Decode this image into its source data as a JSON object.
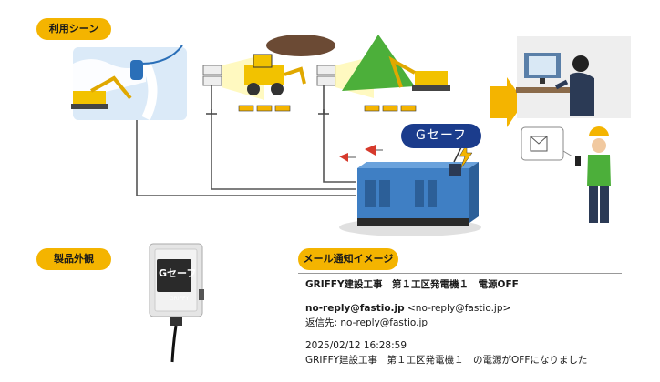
{
  "sections": {
    "scene_label": "利用シーン",
    "product_label": "製品外観",
    "mail_label": "メール通知イメージ"
  },
  "system": {
    "product_name": "Gセーフ"
  },
  "device": {
    "screen_text": "Gセーフ",
    "brand": "GRIFFY"
  },
  "mail": {
    "subject": "GRIFFY建設工事　第１工区発電機１　電源OFF",
    "from_address": "no-reply@fastio.jp",
    "from_display": "<no-reply@fastio.jp>",
    "reply_to": "返信先: no-reply@fastio.jp",
    "datetime": "2025/02/12 16:28:59",
    "body": "GRIFFY建設工事　第１工区発電機１　の電源がOFFになりました"
  },
  "colors": {
    "accent": "#f4b400",
    "brand_navy": "#1b3c8c",
    "generator_blue": "#3f7fc4"
  }
}
